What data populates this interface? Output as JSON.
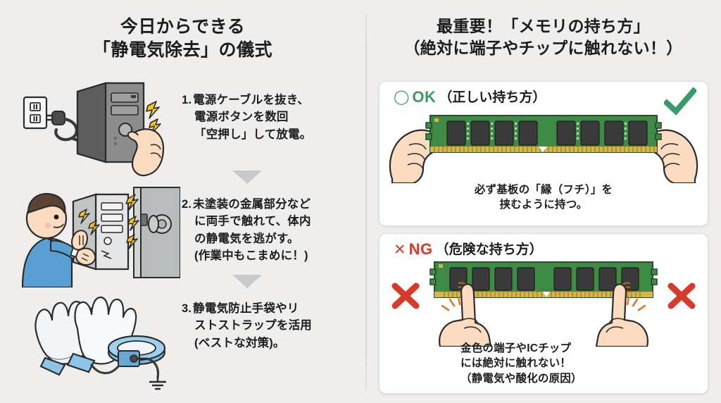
{
  "colors": {
    "background": "#efeeec",
    "card_bg": "#ffffff",
    "ok_green": "#3a9b6a",
    "ng_red": "#d63a2b",
    "pcb_green": "#3e8b46",
    "pcb_dark": "#2f6a36",
    "gold": "#d7b44a",
    "chip_dark": "#3a3a3a",
    "skin": "#fbdcc0",
    "bolt_yellow": "#f5c518",
    "shirt_blue": "#5a9fd4",
    "arrow_gray": "#c9c9c9",
    "text": "#1c1c1c"
  },
  "left": {
    "title_line1": "今日からできる",
    "title_line2": "「静電気除去」の儀式",
    "steps": [
      {
        "number": "1.",
        "lines": [
          "電源ケーブルを抜き、",
          "電源ボタンを数回",
          "「空押し」して放電。"
        ],
        "illustration": "wall-outlet-unplugged-pc-tower-power-button-press"
      },
      {
        "number": "2.",
        "lines": [
          "未塗装の金属部分など",
          "に両手で触れて、体内",
          "の静電気を逃がす。",
          "(作業中もこまめに！)"
        ],
        "illustration": "person-touching-pc-case-metal-door-knob"
      },
      {
        "number": "3.",
        "lines": [
          "静電気防止手袋やリ",
          "ストストラップを活用",
          "(ベストな対策)。"
        ],
        "illustration": "antistatic-gloves-and-wrist-strap"
      }
    ],
    "arrow_icon": "arrow-down-icon"
  },
  "right": {
    "title_line1": "最重要！「メモリの持ち方」",
    "title_line2": "（絶対に端子やチップに触れない！）",
    "ok_card": {
      "mark": "◯",
      "label": "OK",
      "sub": "（正しい持ち方）",
      "badge_icon": "check-mark-icon",
      "caption_lines": [
        "必ず基板の「縁（フチ）」を",
        "挟むように持つ。"
      ],
      "illustration": "two-hands-gripping-ram-module-edges"
    },
    "ng_card": {
      "mark": "✕",
      "label": "NG",
      "sub": "（危険な持ち方）",
      "badge_icon": "cross-mark-icon",
      "caption_lines": [
        "金色の端子やICチップ",
        "には絶対に触れない！",
        "（静電気や酸化の原因）"
      ],
      "illustration": "fingers-touching-ram-chips-and-gold-contacts"
    }
  }
}
